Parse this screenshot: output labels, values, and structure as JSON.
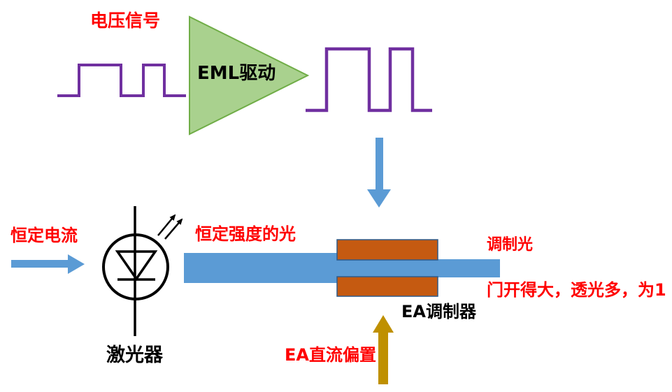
{
  "labels": {
    "voltage_signal": "电压信号",
    "eml_driver": "EML驱动",
    "constant_current": "恒定电流",
    "laser": "激光器",
    "constant_light": "恒定强度的光",
    "ea_modulator": "EA调制器",
    "ea_dc_bias": "EA直流偏置",
    "modulated_light": "调制光",
    "gate_note": "门开得大，透光多，为1"
  },
  "colors": {
    "label_red": "#ff0000",
    "label_black": "#000000",
    "signal_purple": "#7030a0",
    "amplifier_fill": "#a9d18e",
    "amplifier_border": "#70ad47",
    "arrow_blue": "#5b9bd5",
    "light_beam_blue": "#5b9bd5",
    "modulator_orange": "#c55a11",
    "modulator_border": "#2e5b8a",
    "bias_arrow_gold": "#bf9000",
    "diode_black": "#000000",
    "background": "#ffffff"
  },
  "shapes": [
    "input-square-wave",
    "eml-driver-amplifier-triangle",
    "output-square-wave",
    "signal-down-arrow",
    "current-right-arrow",
    "laser-diode-symbol",
    "light-emission-arrows",
    "light-beam-thick",
    "light-beam-thin",
    "ea-modulator-top-electrode",
    "ea-modulator-bottom-electrode",
    "bias-up-arrow"
  ]
}
